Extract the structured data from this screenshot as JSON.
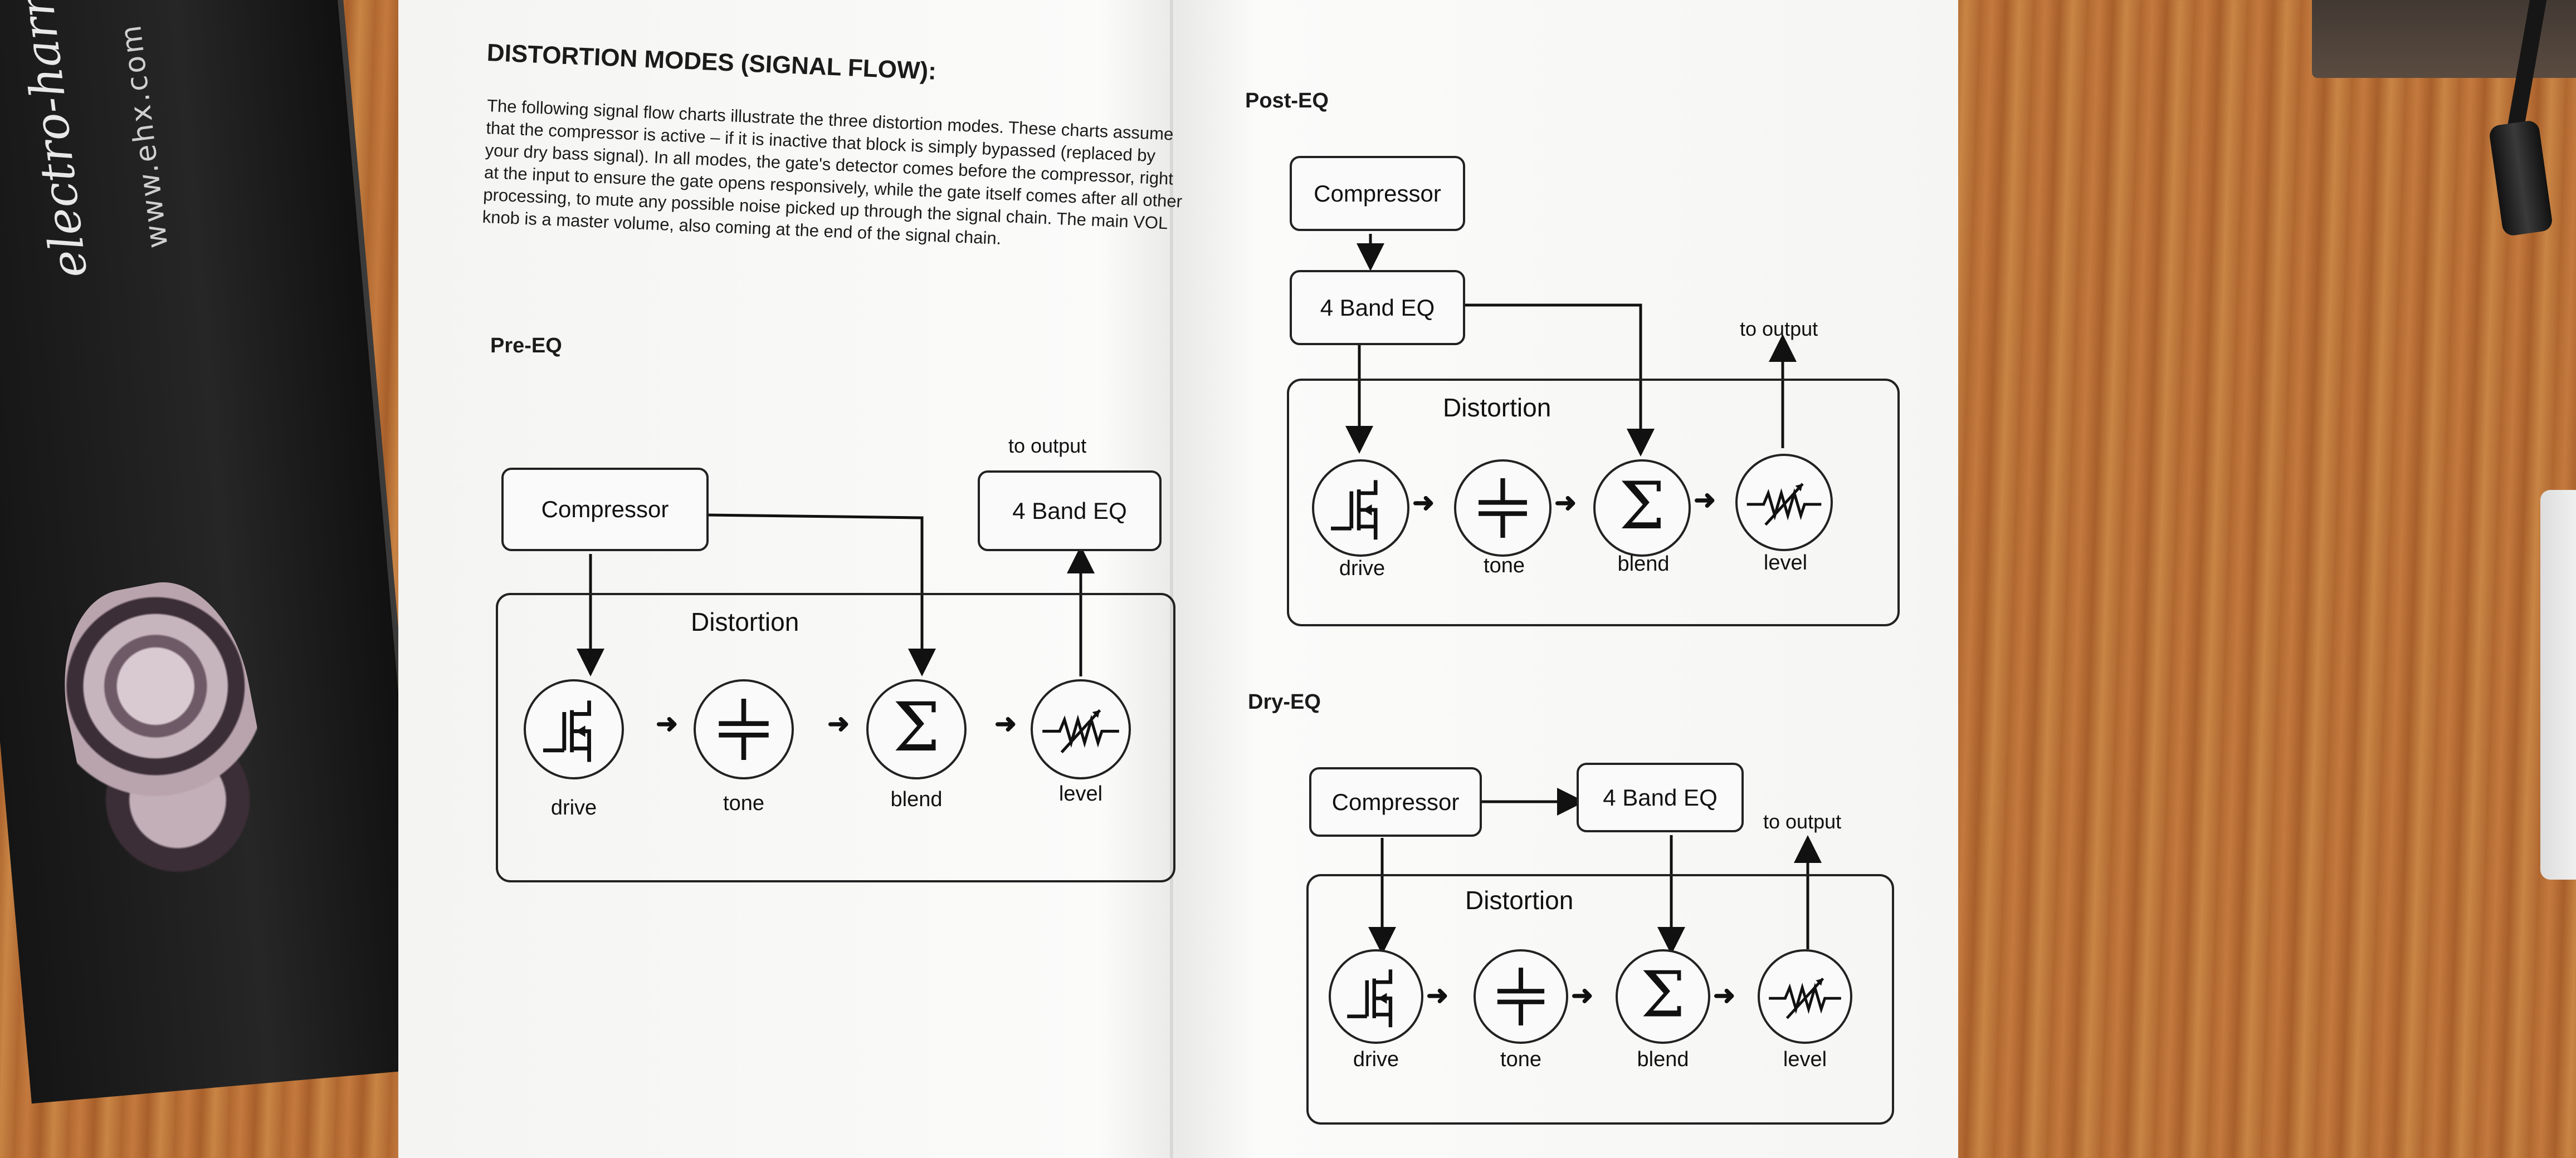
{
  "box": {
    "brand": "electro-harmonix",
    "url": "www.ehx.com"
  },
  "manual": {
    "heading": "DISTORTION MODES (SIGNAL FLOW):",
    "paragraph": "The following signal flow charts illustrate the three distortion modes. These charts assume that the compressor is active – if it is inactive that block is simply bypassed (replaced by your dry bass signal). In all modes, the gate's detector comes before the compressor, right at the input to ensure the gate opens responsively, while the gate itself comes after all other processing, to mute any possible noise picked up through the signal chain. The main VOL knob is a master volume, also coming at the end of the signal chain."
  },
  "diagrams": {
    "pre_eq": {
      "title": "Pre-EQ",
      "compressor": "Compressor",
      "eq": "4 Band EQ",
      "to_output": "to output",
      "distortion": "Distortion",
      "nodes": [
        "drive",
        "tone",
        "blend",
        "level"
      ]
    },
    "post_eq": {
      "title": "Post-EQ",
      "compressor": "Compressor",
      "eq": "4 Band EQ",
      "to_output": "to output",
      "distortion": "Distortion",
      "nodes": [
        "drive",
        "tone",
        "blend",
        "level"
      ]
    },
    "dry_eq": {
      "title": "Dry-EQ",
      "compressor": "Compressor",
      "eq": "4 Band EQ",
      "to_output": "to output",
      "distortion": "Distortion",
      "nodes": [
        "drive",
        "tone",
        "blend",
        "level"
      ]
    }
  },
  "icons": [
    "mosfet-icon",
    "capacitor-icon",
    "sigma-icon",
    "potentiometer-icon"
  ]
}
